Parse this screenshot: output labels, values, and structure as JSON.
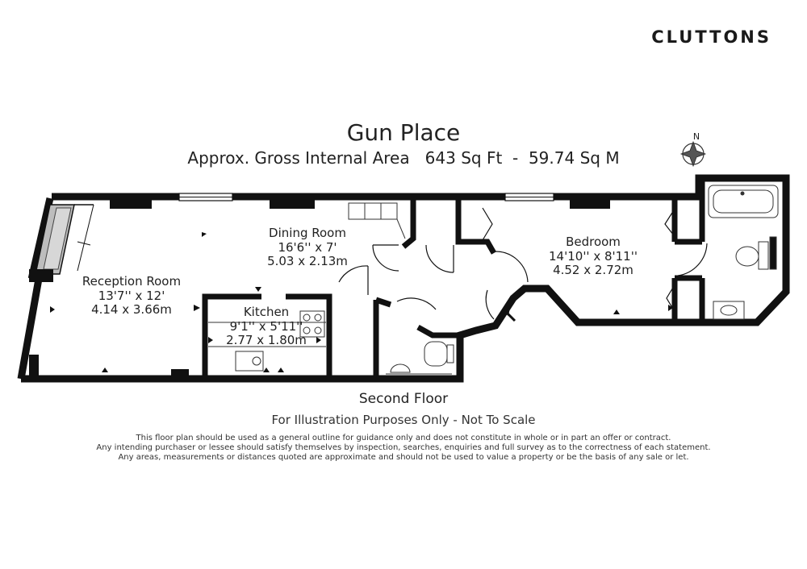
{
  "brand": "CLUTTONS",
  "title": "Gun Place",
  "area_line": "Approx. Gross Internal Area   643 Sq Ft  -  59.74 Sq M",
  "compass_label": "N",
  "floor_name": "Second Floor",
  "illustration_note": "For Illustration Purposes Only - Not To Scale",
  "disclaimer": [
    "This floor plan should be used as a general outline for guidance only and does not constitute in whole or in part an offer or contract.",
    "Any intending purchaser or lessee should satisfy themselves by inspection, searches, enquiries and full survey as to the correctness of each statement.",
    "Any areas, measurements or distances quoted are approximate and should not be used to value a property or be the basis of any sale or let."
  ],
  "rooms": {
    "reception": {
      "name": "Reception Room",
      "imperial": "13'7'' x 12'",
      "metric": "4.14 x 3.66m"
    },
    "dining": {
      "name": "Dining Room",
      "imperial": "16'6'' x 7'",
      "metric": "5.03 x 2.13m"
    },
    "kitchen": {
      "name": "Kitchen",
      "imperial": "9'1'' x 5'11''",
      "metric": "2.77 x 1.80m"
    },
    "bedroom": {
      "name": "Bedroom",
      "imperial": "14'10'' x 8'11''",
      "metric": "4.52 x 2.72m"
    }
  }
}
